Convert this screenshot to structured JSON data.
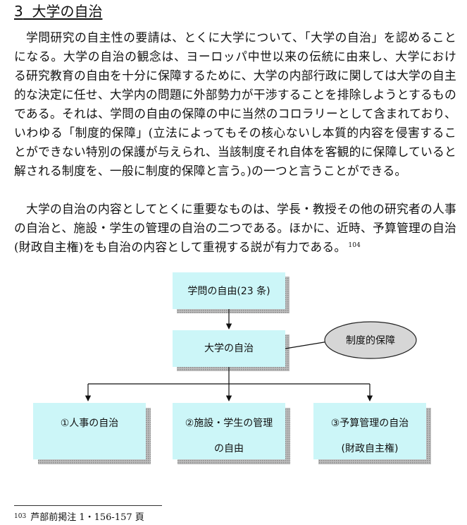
{
  "section": {
    "number": "3",
    "title": "大学の自治"
  },
  "paragraphs": [
    "学問研究の自主性の要請は、とくに大学について、「大学の自治」を認めることになる。大学の自治の観念は、ヨーロッパ中世以来の伝統に由来し、大学における研究教育の自由を十分に保障するために、大学の内部行政に関しては大学の自主的な決定に任せ、大学内の問題に外部勢力が干渉することを排除しようとするものである。それは、学問の自由の保障の中に当然のコロラリーとして含まれており、いわゆる「制度的保障」(立法によってもその核心ないし本質的内容を侵害することができない特別の保護が与えられ、当該制度それ自体を客観的に保障していると解される制度を、一般に制度的保障と言う。)の一つと言うことができる。",
    "大学の自治の内容としてとくに重要なものは、学長・教授その他の研究者の人事の自治と、施設・学生の管理の自治の二つである。ほかに、近時、予算管理の自治(財政自主権)をも自治の内容として重視する説が有力である。"
  ],
  "footnote_ref": "104",
  "diagram": {
    "root": "学問の自由(23 条)",
    "middle": "大学の自治",
    "ellipse": "制度的保障",
    "children": [
      {
        "line1": "①人事の自治",
        "line2": ""
      },
      {
        "line1": "②施設・学生の管理",
        "line2": "の自由"
      },
      {
        "line1": "③予算管理の自治",
        "line2": "(財政自主権)"
      }
    ],
    "colors": {
      "box_fill": "#ccf6f8",
      "shadow": "#a9a9a9",
      "ellipse_fill": "#d6d6d6"
    }
  },
  "footnote": {
    "number": "103",
    "text": "芦部前掲注 1・156-157 頁"
  }
}
